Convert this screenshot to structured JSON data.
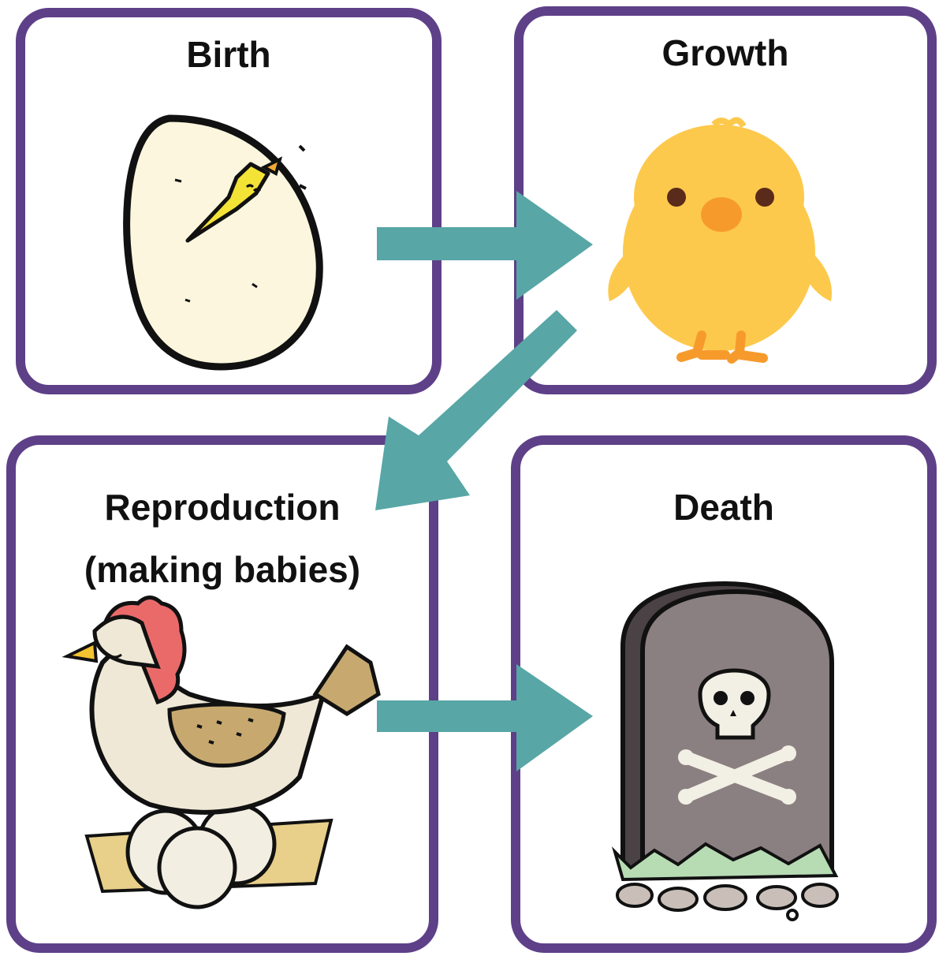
{
  "diagram": {
    "stages": [
      {
        "title": "Birth",
        "image": "hatching-egg-icon"
      },
      {
        "title": "Growth",
        "image": "chick-icon"
      },
      {
        "title": "Reproduction",
        "subtitle": "(making babies)",
        "image": "hen-on-nest-icon"
      },
      {
        "title": "Death",
        "image": "tombstone-icon"
      }
    ],
    "arrows": [
      {
        "from": "Birth",
        "to": "Growth"
      },
      {
        "from": "Growth",
        "to": "Reproduction"
      },
      {
        "from": "Reproduction",
        "to": "Death"
      }
    ],
    "colors": {
      "card_border": "#5e4088",
      "arrow": "#58a6a6",
      "chick": "#fdc94c",
      "beak": "#f79a2c"
    }
  }
}
